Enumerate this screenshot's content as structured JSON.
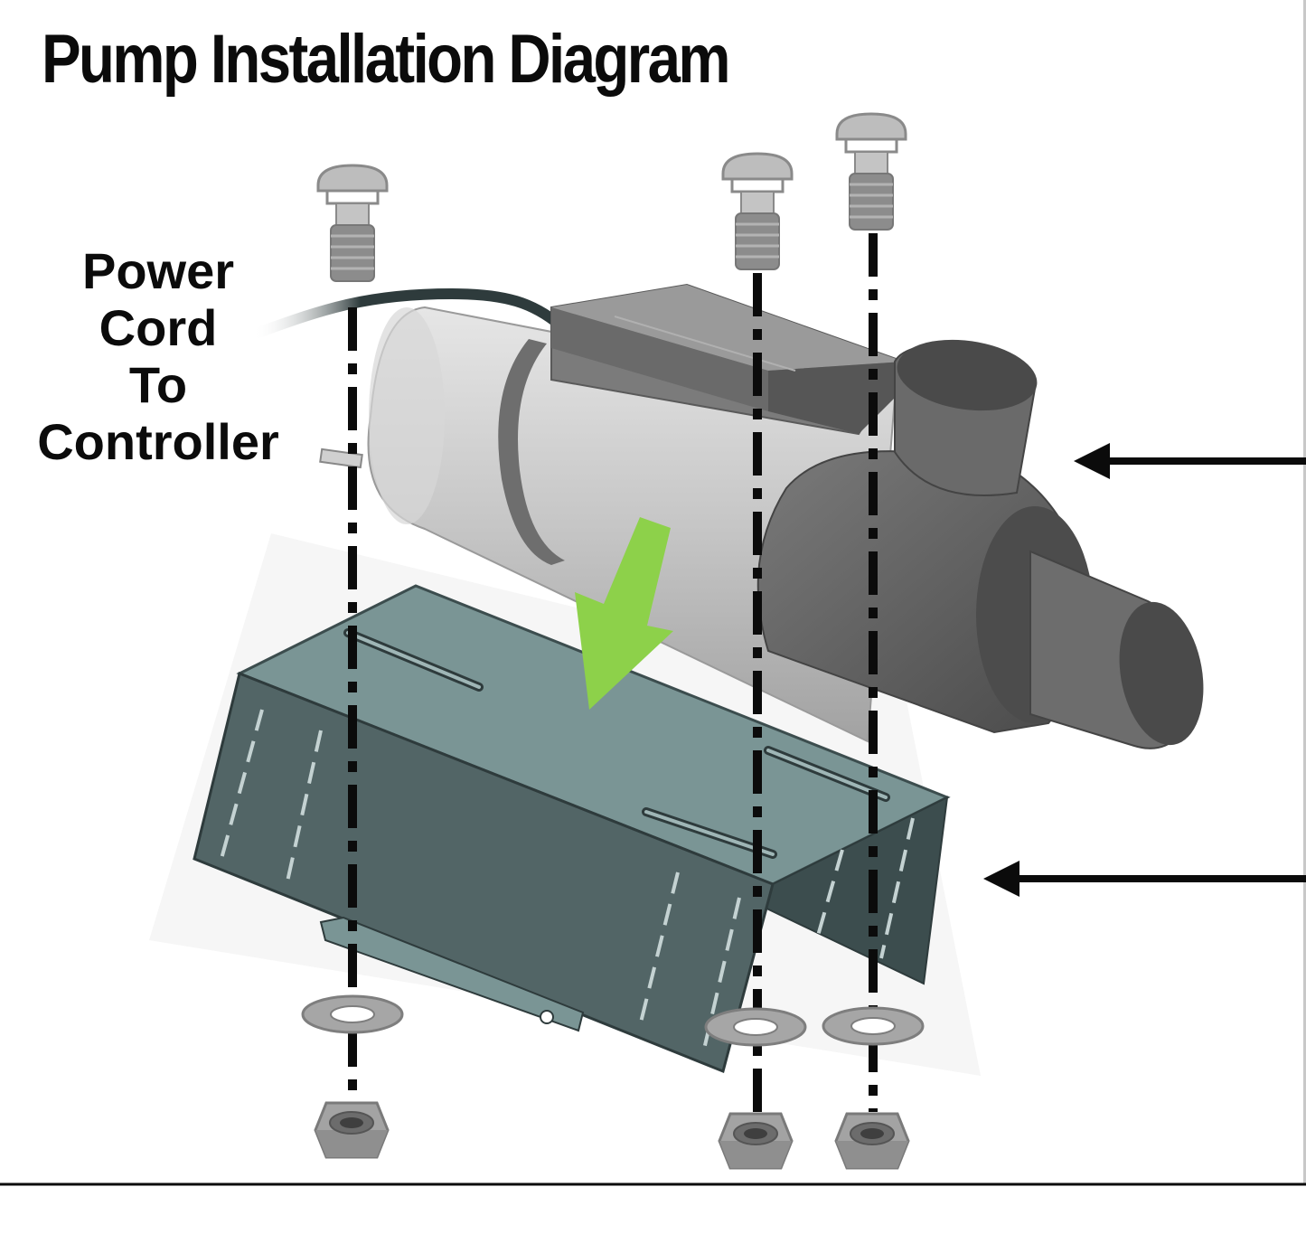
{
  "title": "Pump Installation Diagram",
  "labels": {
    "power_cord": [
      "Power",
      "Cord",
      "To",
      "Controller"
    ]
  },
  "colors": {
    "bracket_top": "#7a9595",
    "bracket_side": "#4f6566",
    "bracket_dark": "#3c4d4e",
    "pump_light": "#c8c8c8",
    "pump_dark": "#5a5a5a",
    "arrow_green": "#8dd14a",
    "hardware_gray": "#9a9a9a"
  },
  "icons": [
    "bolt-icon",
    "washer-icon",
    "nut-icon",
    "down-arrow-icon",
    "left-arrow-icon"
  ]
}
